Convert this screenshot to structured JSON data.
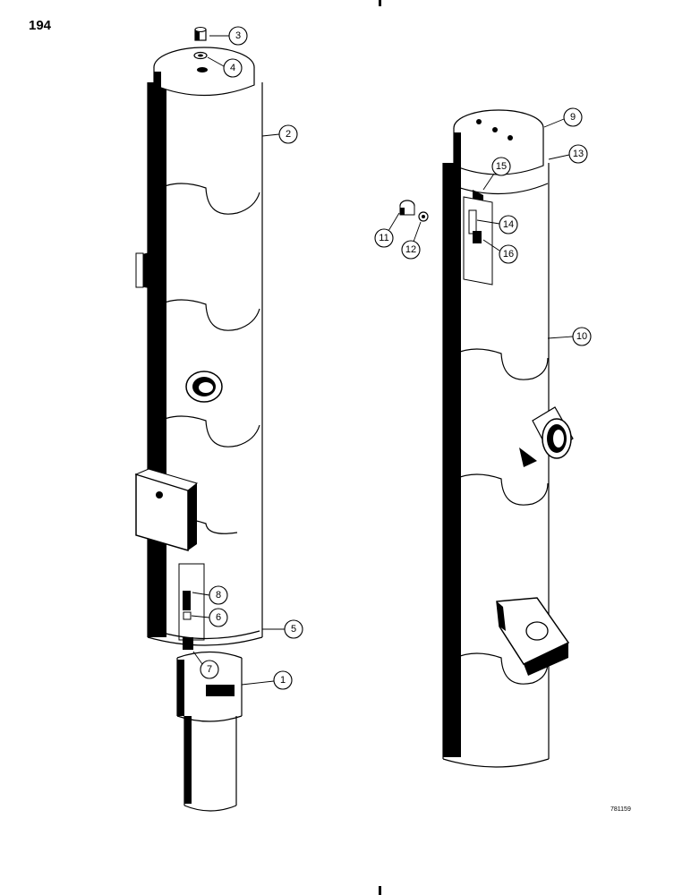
{
  "page": {
    "number": "194",
    "drawing_code": "781159"
  },
  "callouts": [
    {
      "id": "c1",
      "label": "1"
    },
    {
      "id": "c2",
      "label": "2"
    },
    {
      "id": "c3",
      "label": "3"
    },
    {
      "id": "c4",
      "label": "4"
    },
    {
      "id": "c5",
      "label": "5"
    },
    {
      "id": "c6",
      "label": "6"
    },
    {
      "id": "c7",
      "label": "7"
    },
    {
      "id": "c8",
      "label": "8"
    },
    {
      "id": "c9",
      "label": "9"
    },
    {
      "id": "c10",
      "label": "10"
    },
    {
      "id": "c11",
      "label": "11"
    },
    {
      "id": "c12",
      "label": "12"
    },
    {
      "id": "c13",
      "label": "13"
    },
    {
      "id": "c14",
      "label": "14"
    },
    {
      "id": "c15",
      "label": "15"
    },
    {
      "id": "c16",
      "label": "16"
    }
  ]
}
